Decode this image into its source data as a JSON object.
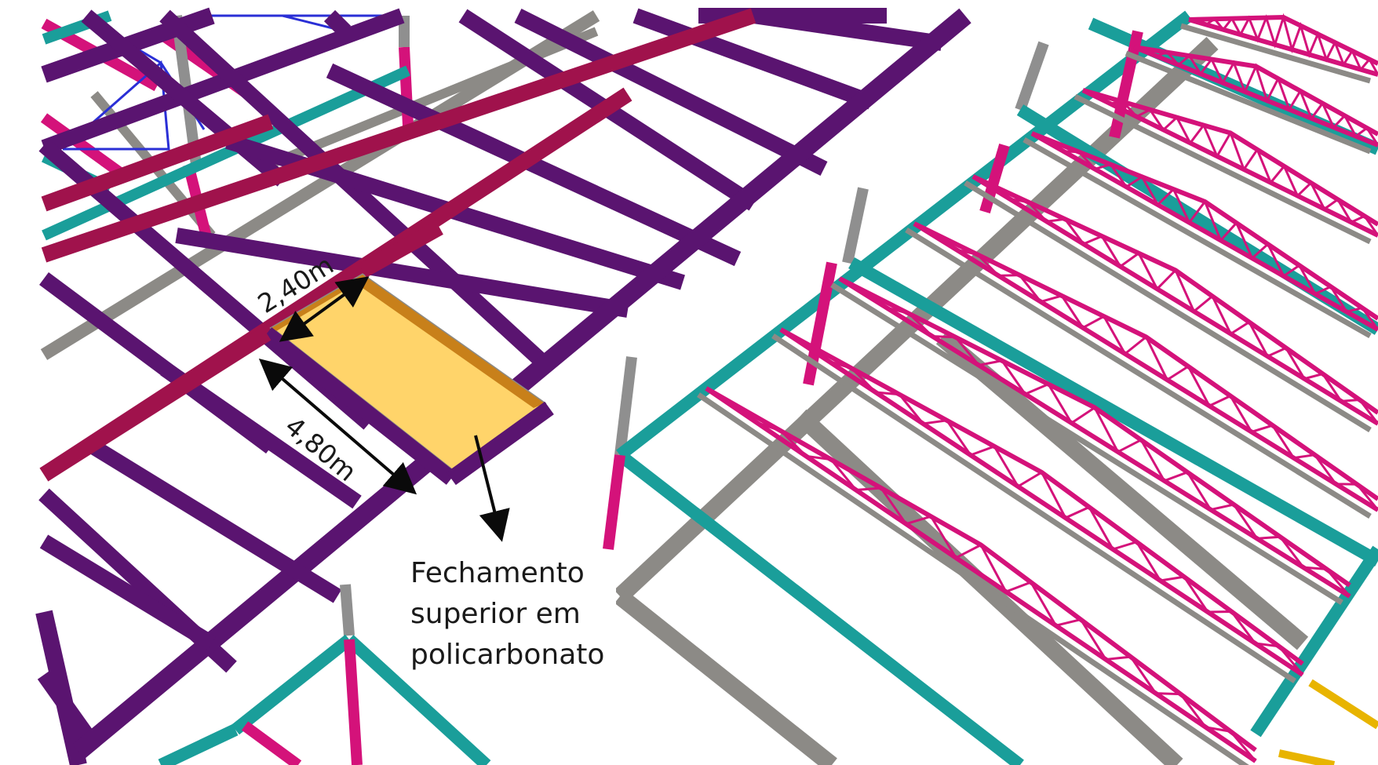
{
  "colors": {
    "background": "#ffffff",
    "purple_beam": "#5a1470",
    "crimson_beam": "#a0124c",
    "teal_beam": "#1a9e9a",
    "gray_beam": "#8c8a86",
    "gray_column": "#8f8f8f",
    "pink_truss": "#d4127a",
    "blue_truss": "#2a2fd6",
    "panel_fill": "#ffd46a",
    "panel_edge": "#c8801a",
    "yellow_member": "#e8b400",
    "arrow": "#0a0a0a"
  },
  "annotations": {
    "dim_width": "2,40m",
    "dim_length": "4,80m",
    "callout_line1": "Fechamento",
    "callout_line2": "superior em",
    "callout_line3": "policarbonato"
  }
}
